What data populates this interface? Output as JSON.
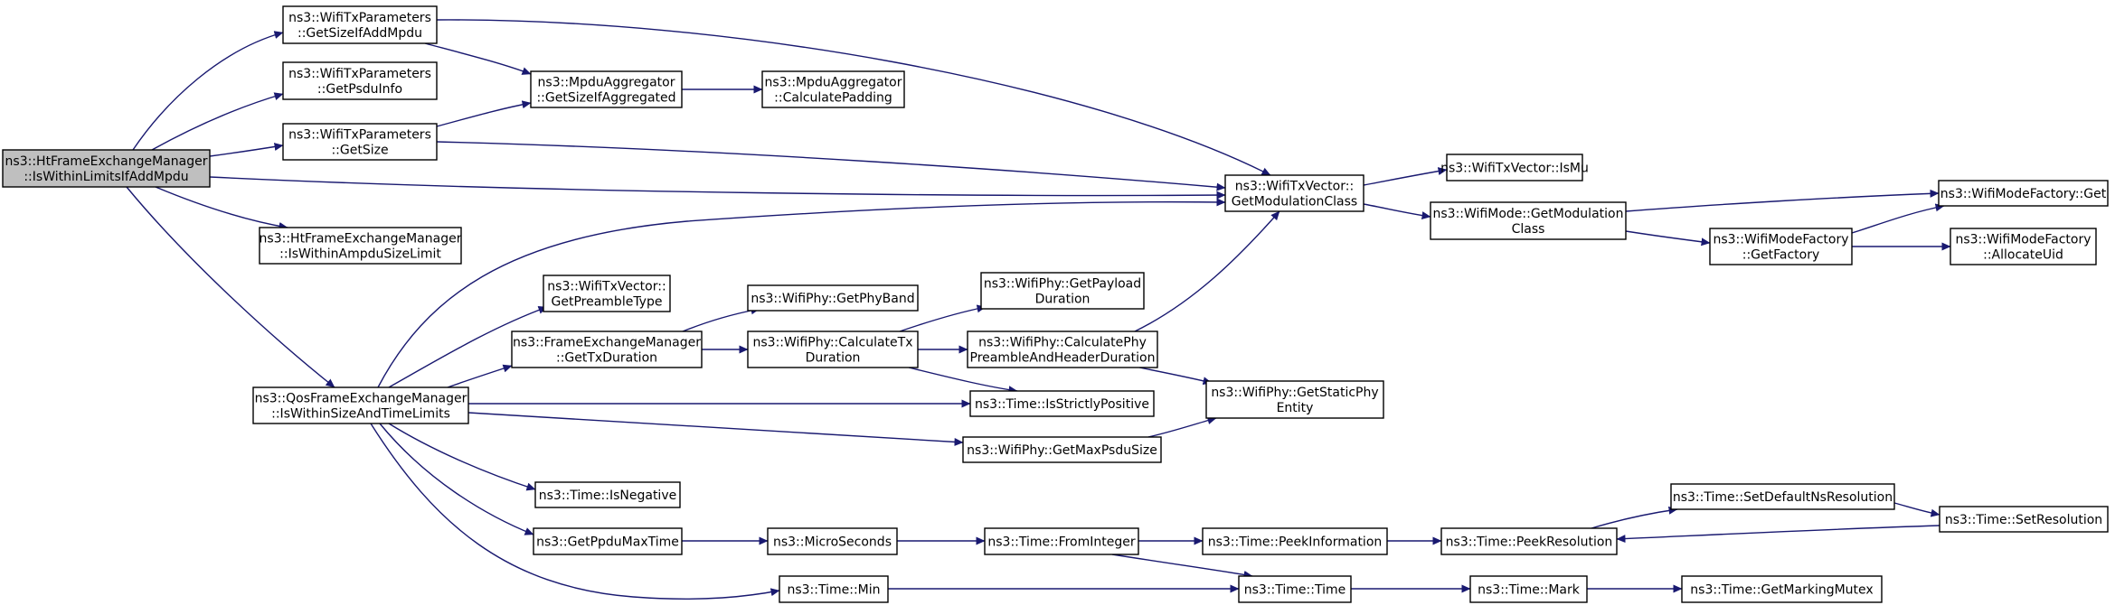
{
  "nodes": [
    {
      "id": "root",
      "lines": [
        "ns3::HtFrameExchangeManager",
        "::IsWithinLimitsIfAddMpdu"
      ],
      "highlighted": true
    },
    {
      "id": "getSizeIfAddMpdu",
      "lines": [
        "ns3::WifiTxParameters",
        "::GetSizeIfAddMpdu"
      ]
    },
    {
      "id": "getPsduInfo",
      "lines": [
        "ns3::WifiTxParameters",
        "::GetPsduInfo"
      ]
    },
    {
      "id": "getSize",
      "lines": [
        "ns3::WifiTxParameters",
        "::GetSize"
      ]
    },
    {
      "id": "isWithinAmpdu",
      "lines": [
        "ns3::HtFrameExchangeManager",
        "::IsWithinAmpduSizeLimit"
      ]
    },
    {
      "id": "qosLimits",
      "lines": [
        "ns3::QosFrameExchangeManager",
        "::IsWithinSizeAndTimeLimits"
      ]
    },
    {
      "id": "mpduAggSize",
      "lines": [
        "ns3::MpduAggregator",
        "::GetSizeIfAggregated"
      ]
    },
    {
      "id": "mpduAggPad",
      "lines": [
        "ns3::MpduAggregator",
        "::CalculatePadding"
      ]
    },
    {
      "id": "preambleType",
      "lines": [
        "ns3::WifiTxVector::",
        "GetPreambleType"
      ]
    },
    {
      "id": "getTxDuration",
      "lines": [
        "ns3::FrameExchangeManager",
        "::GetTxDuration"
      ]
    },
    {
      "id": "isNegative",
      "lines": [
        "ns3::Time::IsNegative"
      ]
    },
    {
      "id": "ppduMaxTime",
      "lines": [
        "ns3::GetPpduMaxTime"
      ]
    },
    {
      "id": "timeMin",
      "lines": [
        "ns3::Time::Min"
      ]
    },
    {
      "id": "getPhyBand",
      "lines": [
        "ns3::WifiPhy::GetPhyBand"
      ]
    },
    {
      "id": "calcTxDuration",
      "lines": [
        "ns3::WifiPhy::CalculateTx",
        "Duration"
      ]
    },
    {
      "id": "microSeconds",
      "lines": [
        "ns3::MicroSeconds"
      ]
    },
    {
      "id": "payloadDuration",
      "lines": [
        "ns3::WifiPhy::GetPayload",
        "Duration"
      ]
    },
    {
      "id": "preambleHeader",
      "lines": [
        "ns3::WifiPhy::CalculatePhy",
        "PreambleAndHeaderDuration"
      ]
    },
    {
      "id": "isStrictlyPositive",
      "lines": [
        "ns3::Time::IsStrictlyPositive"
      ]
    },
    {
      "id": "maxPsduSize",
      "lines": [
        "ns3::WifiPhy::GetMaxPsduSize"
      ]
    },
    {
      "id": "fromInteger",
      "lines": [
        "ns3::Time::FromInteger"
      ]
    },
    {
      "id": "modClass",
      "lines": [
        "ns3::WifiTxVector::",
        "GetModulationClass"
      ]
    },
    {
      "id": "staticPhyEntity",
      "lines": [
        "ns3::WifiPhy::GetStaticPhy",
        "Entity"
      ]
    },
    {
      "id": "peekInformation",
      "lines": [
        "ns3::Time::PeekInformation"
      ]
    },
    {
      "id": "timeTime",
      "lines": [
        "ns3::Time::Time"
      ]
    },
    {
      "id": "isMu",
      "lines": [
        "ns3::WifiTxVector::IsMu"
      ]
    },
    {
      "id": "modeModClass",
      "lines": [
        "ns3::WifiMode::GetModulation",
        "Class"
      ]
    },
    {
      "id": "peekResolution",
      "lines": [
        "ns3::Time::PeekResolution"
      ]
    },
    {
      "id": "timeMark",
      "lines": [
        "ns3::Time::Mark"
      ]
    },
    {
      "id": "getFactory",
      "lines": [
        "ns3::WifiModeFactory",
        "::GetFactory"
      ]
    },
    {
      "id": "setDefaultNs",
      "lines": [
        "ns3::Time::SetDefaultNsResolution"
      ]
    },
    {
      "id": "markingMutex",
      "lines": [
        "ns3::Time::GetMarkingMutex"
      ]
    },
    {
      "id": "factoryGet",
      "lines": [
        "ns3::WifiModeFactory::Get"
      ]
    },
    {
      "id": "allocateUid",
      "lines": [
        "ns3::WifiModeFactory",
        "::AllocateUid"
      ]
    },
    {
      "id": "setResolution",
      "lines": [
        "ns3::Time::SetResolution"
      ]
    }
  ],
  "edges": [
    [
      "root",
      "getSizeIfAddMpdu"
    ],
    [
      "root",
      "getPsduInfo"
    ],
    [
      "root",
      "getSize"
    ],
    [
      "root",
      "isWithinAmpdu"
    ],
    [
      "root",
      "qosLimits"
    ],
    [
      "root",
      "modClass"
    ],
    [
      "getSizeIfAddMpdu",
      "mpduAggSize"
    ],
    [
      "getSizeIfAddMpdu",
      "modClass"
    ],
    [
      "getSize",
      "mpduAggSize"
    ],
    [
      "getSize",
      "modClass"
    ],
    [
      "mpduAggSize",
      "mpduAggPad"
    ],
    [
      "qosLimits",
      "modClass"
    ],
    [
      "qosLimits",
      "preambleType"
    ],
    [
      "qosLimits",
      "getTxDuration"
    ],
    [
      "qosLimits",
      "isStrictlyPositive"
    ],
    [
      "qosLimits",
      "maxPsduSize"
    ],
    [
      "qosLimits",
      "isNegative"
    ],
    [
      "qosLimits",
      "ppduMaxTime"
    ],
    [
      "qosLimits",
      "timeMin"
    ],
    [
      "getTxDuration",
      "getPhyBand"
    ],
    [
      "getTxDuration",
      "calcTxDuration"
    ],
    [
      "calcTxDuration",
      "payloadDuration"
    ],
    [
      "calcTxDuration",
      "preambleHeader"
    ],
    [
      "calcTxDuration",
      "isStrictlyPositive"
    ],
    [
      "preambleHeader",
      "modClass"
    ],
    [
      "preambleHeader",
      "staticPhyEntity"
    ],
    [
      "maxPsduSize",
      "staticPhyEntity"
    ],
    [
      "ppduMaxTime",
      "microSeconds"
    ],
    [
      "microSeconds",
      "fromInteger"
    ],
    [
      "fromInteger",
      "peekInformation"
    ],
    [
      "fromInteger",
      "timeTime"
    ],
    [
      "peekInformation",
      "peekResolution"
    ],
    [
      "peekResolution",
      "setDefaultNs"
    ],
    [
      "setDefaultNs",
      "setResolution"
    ],
    [
      "setResolution",
      "peekResolution"
    ],
    [
      "timeMin",
      "timeTime"
    ],
    [
      "timeTime",
      "timeMark"
    ],
    [
      "timeMark",
      "markingMutex"
    ],
    [
      "modClass",
      "isMu"
    ],
    [
      "modClass",
      "modeModClass"
    ],
    [
      "modeModClass",
      "factoryGet"
    ],
    [
      "modeModClass",
      "getFactory"
    ],
    [
      "getFactory",
      "factoryGet"
    ],
    [
      "getFactory",
      "allocateUid"
    ]
  ],
  "colors": {
    "edge": "#191970",
    "highlight_fill": "#bfbfbf",
    "node_border": "#000000"
  }
}
